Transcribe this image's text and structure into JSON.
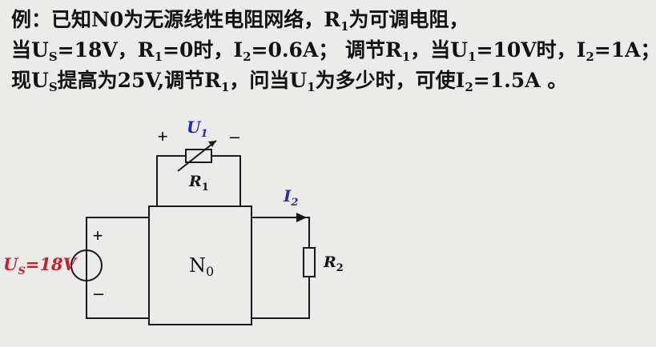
{
  "problem": {
    "line1": [
      {
        "t": "例：已知"
      },
      {
        "t": "N0"
      },
      {
        "t": "为无源线性电阻网络，"
      },
      {
        "t": "R"
      },
      {
        "t": "1",
        "sub": true
      },
      {
        "t": "为可调电阻，"
      }
    ],
    "line2": [
      {
        "t": "当U"
      },
      {
        "t": "S",
        "sub": true
      },
      {
        "t": "=18V，R"
      },
      {
        "t": "1",
        "sub": true
      },
      {
        "t": "=0时，I"
      },
      {
        "t": "2",
        "sub": true
      },
      {
        "t": "=0.6A；  调节R"
      },
      {
        "t": "1",
        "sub": true
      },
      {
        "t": "，当U"
      },
      {
        "t": "1",
        "sub": true
      },
      {
        "t": "=10V时，I"
      },
      {
        "t": "2",
        "sub": true
      },
      {
        "t": "=1A；"
      }
    ],
    "line3": [
      {
        "t": "现U"
      },
      {
        "t": "S",
        "sub": true
      },
      {
        "t": "提高为25V,调节R"
      },
      {
        "t": "1",
        "sub": true
      },
      {
        "t": "，问当U"
      },
      {
        "t": "1",
        "sub": true
      },
      {
        "t": "为多少时，可使I"
      },
      {
        "t": "2",
        "sub": true
      },
      {
        "t": "=1.5A 。"
      }
    ]
  },
  "circuit": {
    "u1_label": "U",
    "u1_sub": "1",
    "plus_sign": "+",
    "minus_sign": "–",
    "r1_label": "R",
    "r1_sub": "1",
    "i2_label": "I",
    "i2_sub": "2",
    "network_label": "N",
    "network_sub": "0",
    "r2_label": "R",
    "r2_sub": "2",
    "source_label_u": "U",
    "source_label_sub": "S",
    "source_label_val": "=18V",
    "source_plus": "+",
    "source_minus": "–"
  },
  "colors": {
    "background": "#ebebe9",
    "wire": "#1a1a1a",
    "u1_blue": "#2222cc",
    "i2_blue": "#2233aa",
    "source_red": "#cc1f2a"
  }
}
